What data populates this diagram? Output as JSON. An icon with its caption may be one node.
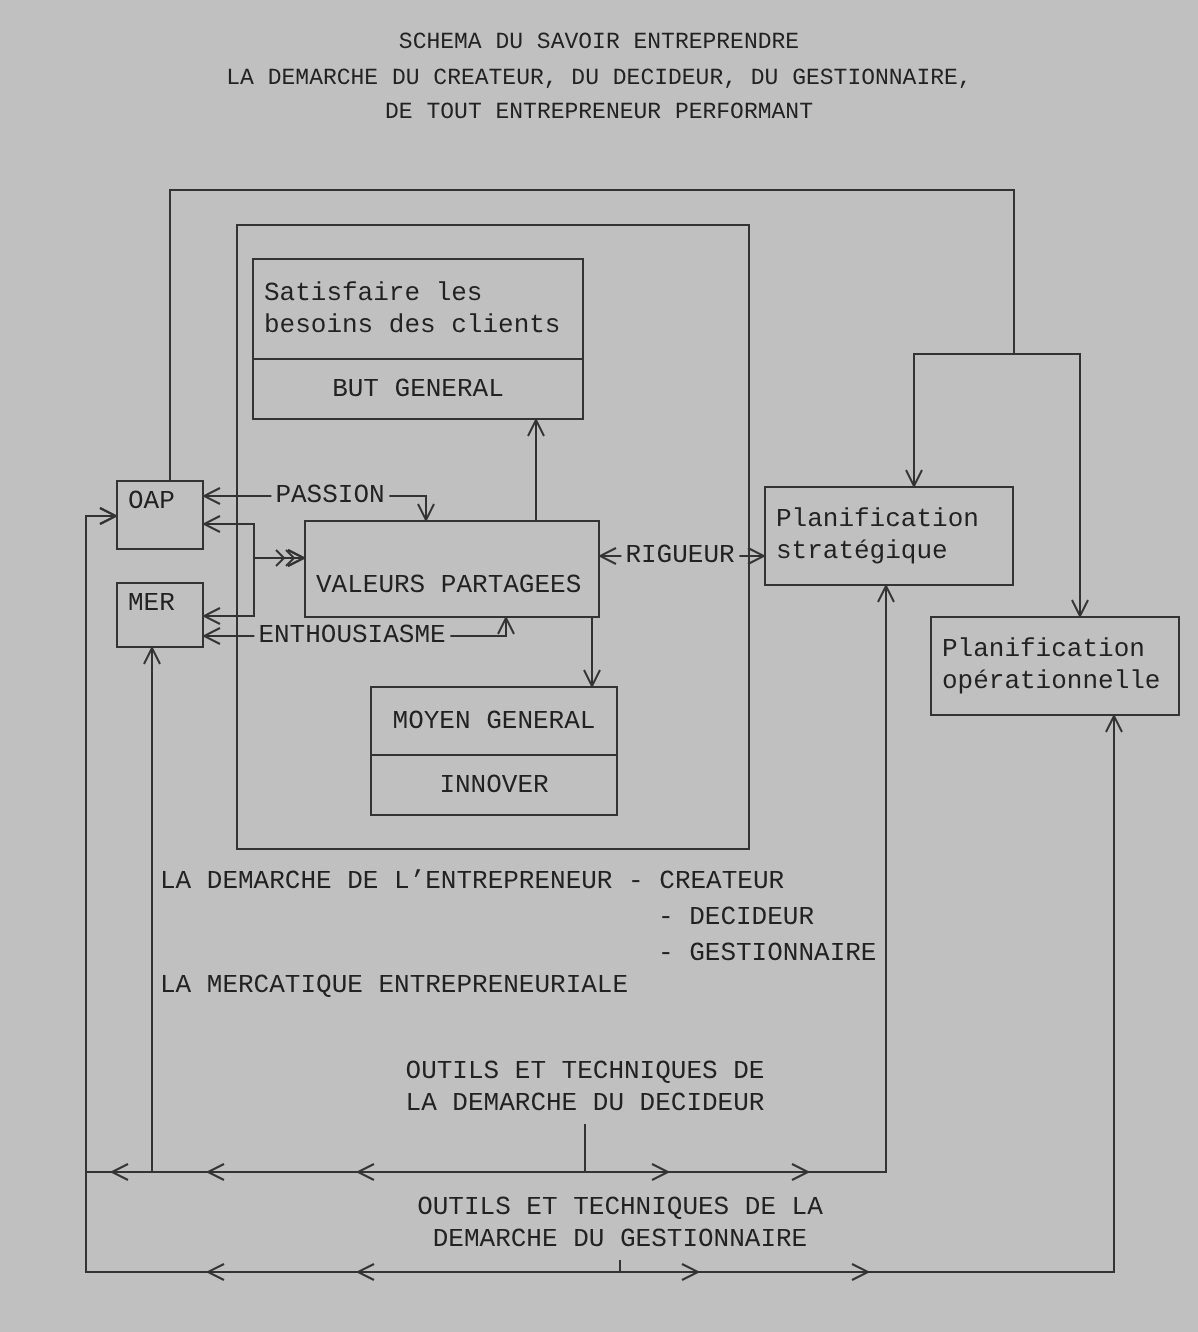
{
  "diagram": {
    "title": "SCHEMA DU SAVOIR ENTREPRENDRE",
    "nodes": [
      {
        "text": [
          "OAP"
        ]
      },
      {
        "text": [
          "MER"
        ]
      },
      {
        "text": [],
        "shape": "box"
      },
      {
        "text": [
          "Satisfaire les besoins des clients",
          "BUT GENERAL"
        ],
        "in": 2
      },
      {
        "text": [
          "VALEURS PARTAGEES"
        ],
        "in": 2
      },
      {
        "text": [
          "MOYEN GENERAL",
          "INNOVER"
        ],
        "in": 2
      },
      {
        "text": [
          "Planification stratégique"
        ]
      },
      {
        "text": [
          "Planification opérationnelle"
        ]
      },
      {
        "text": [
          "OUTILS ET TECHNIQUES DE LA DEMARCHE DU DECIDEUR"
        ]
      },
      {
        "text": [
          "OUTILS ET TECHNIQUES DE LA DEMARCHE DU GESTIONNAIRE"
        ]
      }
    ],
    "edges": [
      {
        "from": 0,
        "to": 4,
        "arrow": "both",
        "label": "PASSION"
      },
      {
        "from": 1,
        "to": 4,
        "arrow": "both",
        "label": "ENTHOUSIASME"
      },
      {
        "from": 4,
        "to": 0,
        "arrow": "both"
      },
      {
        "from": 4,
        "to": 1,
        "arrow": "both"
      },
      {
        "from": 4,
        "to": 3,
        "arrow": "to"
      },
      {
        "from": 4,
        "to": 5,
        "arrow": "to"
      },
      {
        "from": 4,
        "to": 6,
        "arrow": "both",
        "label": "RIGUEUR"
      },
      {
        "from": 0,
        "to": 6,
        "arrow": "to"
      },
      {
        "from": 0,
        "to": 7,
        "arrow": "to"
      },
      {
        "from": 8,
        "to": 0,
        "arrow": "to"
      },
      {
        "from": 8,
        "to": 1,
        "arrow": "to"
      },
      {
        "from": 8,
        "to": 6,
        "arrow": "to"
      },
      {
        "from": 9,
        "to": 0,
        "arrow": "to"
      },
      {
        "from": 9,
        "to": 7,
        "arrow": "to"
      }
    ],
    "labels": [
      "LA DEMARCHE DU CREATEUR, DU DECIDEUR, DU GESTIONNAIRE,",
      "DE TOUT ENTREPRENEUR PERFORMANT",
      "LA DEMARCHE DE L’ENTREPRENEUR - CREATEUR",
      "- DECIDEUR",
      "- GESTIONNAIRE",
      "LA MERCATIQUE ENTREPRENEURIALE"
    ]
  }
}
